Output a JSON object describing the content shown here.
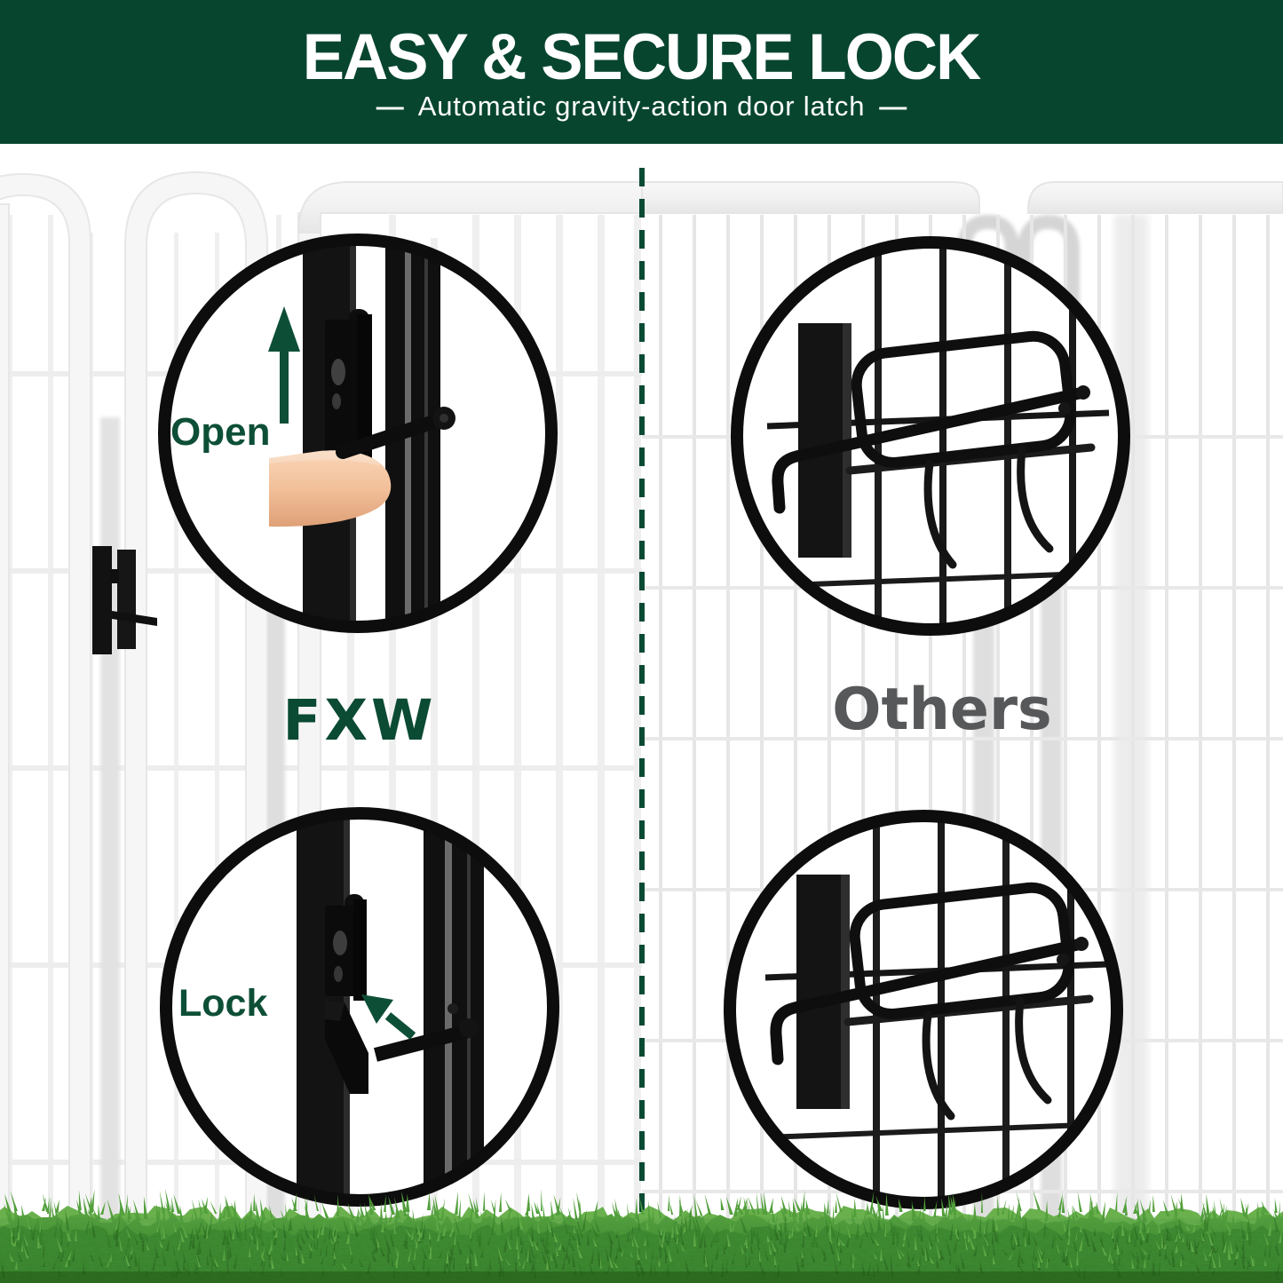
{
  "header": {
    "title": "EASY & SECURE LOCK",
    "subtitle": "Automatic gravity-action door latch",
    "dash": "—"
  },
  "comparison": {
    "left_brand_label": "FXW",
    "right_brand_label": "Others",
    "annotations": {
      "open": "Open",
      "lock": "Lock"
    },
    "insets": [
      {
        "side": "left",
        "position": "top",
        "caption": "Open",
        "shows": "gravity latch pushed open with one finger"
      },
      {
        "side": "left",
        "position": "bottom",
        "caption": "Lock",
        "shows": "gravity latch dropped into locked position"
      },
      {
        "side": "right",
        "position": "top",
        "shows": "competitor wire loop latch, fiddly to open"
      },
      {
        "side": "right",
        "position": "bottom",
        "shows": "competitor wire loop latch locked"
      }
    ]
  },
  "colors": {
    "header_background": "#07452f",
    "header_text": "#ffffff",
    "accent_green": "#0d4f36",
    "others_gray": "#57585a",
    "circle_ring_black": "#0d0d0d",
    "fence_light_gray": "#efefef",
    "grass_green_light": "#67b046",
    "grass_green_mid": "#3f8a2c",
    "grass_green_dark": "#2c6b1d",
    "skin_tone": "#f2c3a0"
  }
}
